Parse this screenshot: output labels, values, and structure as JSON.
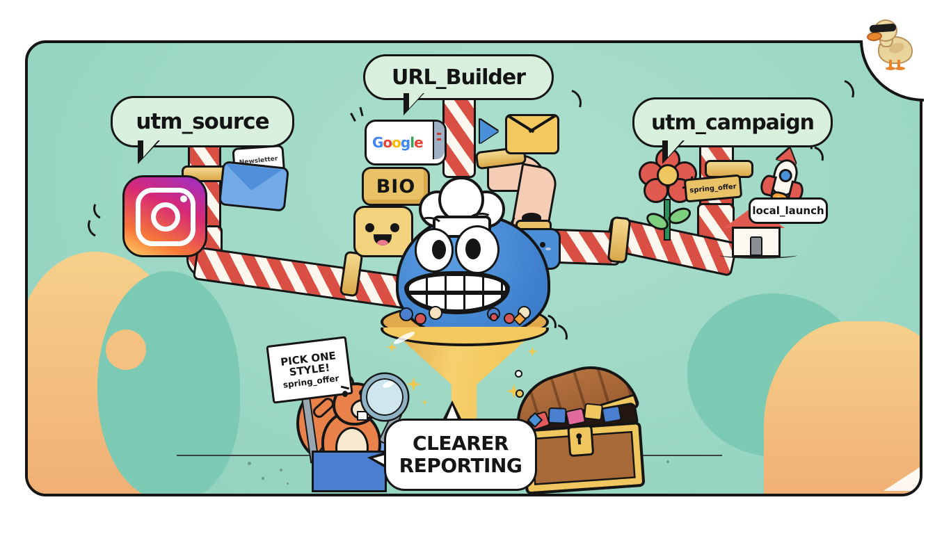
{
  "bubbles": {
    "utm_source": "utm_source",
    "url_builder": "URL_Builder",
    "utm_campaign": "utm_campaign",
    "reporting_line1": "CLEARER",
    "reporting_line2": "REPORTING"
  },
  "sign": {
    "line1": "PICK ONE",
    "line2": "STYLE!",
    "line3": "spring_offer"
  },
  "labels": {
    "bio": "BIO",
    "newsletter": "Newsletter",
    "spring_offer_tag": "spring_offer",
    "local_launch": "local_launch"
  },
  "google": {
    "letters": [
      {
        "ch": "G",
        "color": "#4285F4"
      },
      {
        "ch": "o",
        "color": "#EA4335"
      },
      {
        "ch": "o",
        "color": "#FBBC05"
      },
      {
        "ch": "g",
        "color": "#4285F4"
      },
      {
        "ch": "l",
        "color": "#34A853"
      },
      {
        "ch": "e",
        "color": "#EA4335"
      }
    ]
  },
  "icons": {
    "instagram": "instagram-logo",
    "newsletter_envelope": "blue-envelope-with-letter",
    "email_send": "yellow-envelope-with-play-arrow",
    "smiley_card": "yellow-smiley-card",
    "chat_character": "blue-chat-bubble-character",
    "flower": "red-flower",
    "rocket": "rocket",
    "house": "house",
    "funnel_monster": "blue-monster-in-funnel-with-chef-hat",
    "squirrel": "squirrel-with-sign-and-magnifier",
    "treasure_chest": "open-treasure-chest",
    "duck": "duck-with-sunglasses",
    "sparkle": "four-point-star"
  },
  "colors": {
    "background_teal": "#9cd8c5",
    "blob_teal_dark": "#7ccab4",
    "blob_orange": "#f4c181",
    "bubble_green": "#daf0de",
    "pipe_red": "#d94f43",
    "pipe_white": "#fbf6ee",
    "coupling_gold": "#e9c267",
    "funnel_yellow": "#f3c95f",
    "monster_blue": "#4a8fd8",
    "chest_brown": "#a96a3a",
    "squirrel_orange": "#e8824a",
    "outline_black": "#151515"
  }
}
